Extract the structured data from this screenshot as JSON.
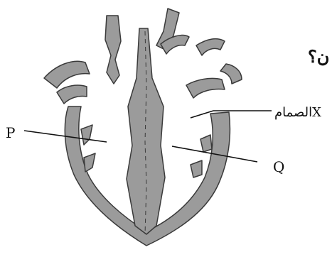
{
  "labels": {
    "p": "P",
    "q": "Q",
    "x_letter": "X",
    "x_arabic": "الصمام"
  },
  "question_fragment": "ن؟",
  "colors": {
    "wall_fill": "#9b9b9b",
    "outline": "#3a3a3a",
    "chamber": "#ffffff",
    "text": "#111111"
  }
}
